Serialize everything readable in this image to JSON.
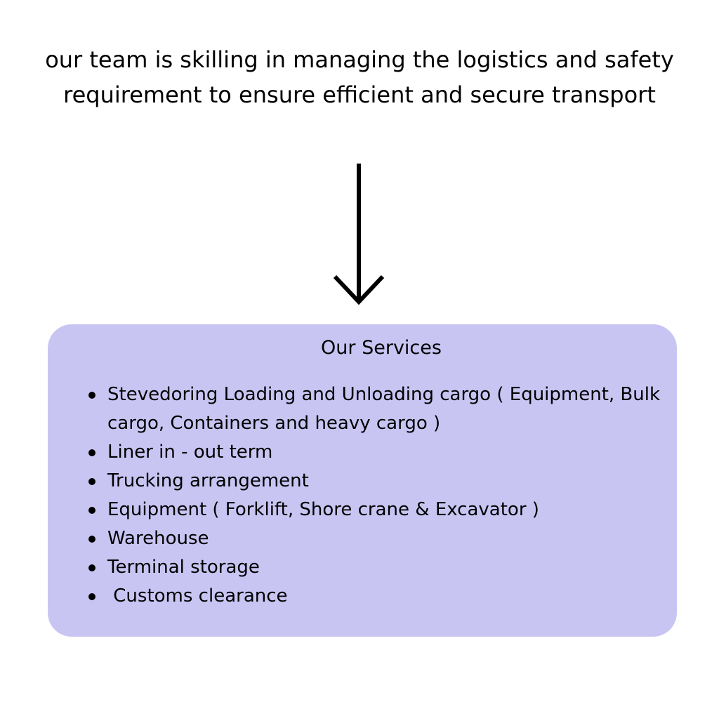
{
  "intro": {
    "text": "our team is skilling in managing the logistics and safety requirement to ensure efficient and secure transport"
  },
  "arrow": {
    "icon": "arrow-down-icon",
    "color": "#000000"
  },
  "services_panel": {
    "background": "#c9c5f3",
    "title": "Our Services",
    "items": [
      "Stevedoring Loading and Unloading cargo ( Equipment, Bulk cargo, Containers and heavy cargo )",
      "Liner in - out term",
      "Trucking arrangement",
      "Equipment ( Forklift, Shore crane & Excavator )",
      "Warehouse",
      "Terminal storage",
      " Customs clearance"
    ]
  }
}
